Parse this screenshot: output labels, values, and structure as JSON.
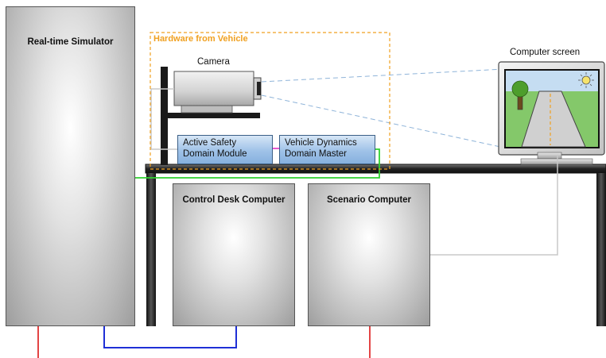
{
  "labels": {
    "realtime_simulator": "Real-time Simulator",
    "hardware_from_vehicle": "Hardware from Vehicle",
    "camera": "Camera",
    "computer_screen": "Computer screen",
    "active_safety_line1": "Active Safety",
    "active_safety_line2": "Domain Module",
    "vehicle_dynamics_line1": "Vehicle Dynamics",
    "vehicle_dynamics_line2": "Domain Master",
    "control_desk": "Control Desk Computer",
    "scenario": "Scenario Computer"
  },
  "colors": {
    "hardware_border": "#f0a020",
    "camera_link": "#8fb4d9",
    "green_cable": "#2fd12f",
    "blue_cable": "#1f2fd6",
    "red_cable": "#e03030",
    "magenta_link": "#e020c0",
    "gray_cable": "#c8c8c8"
  }
}
